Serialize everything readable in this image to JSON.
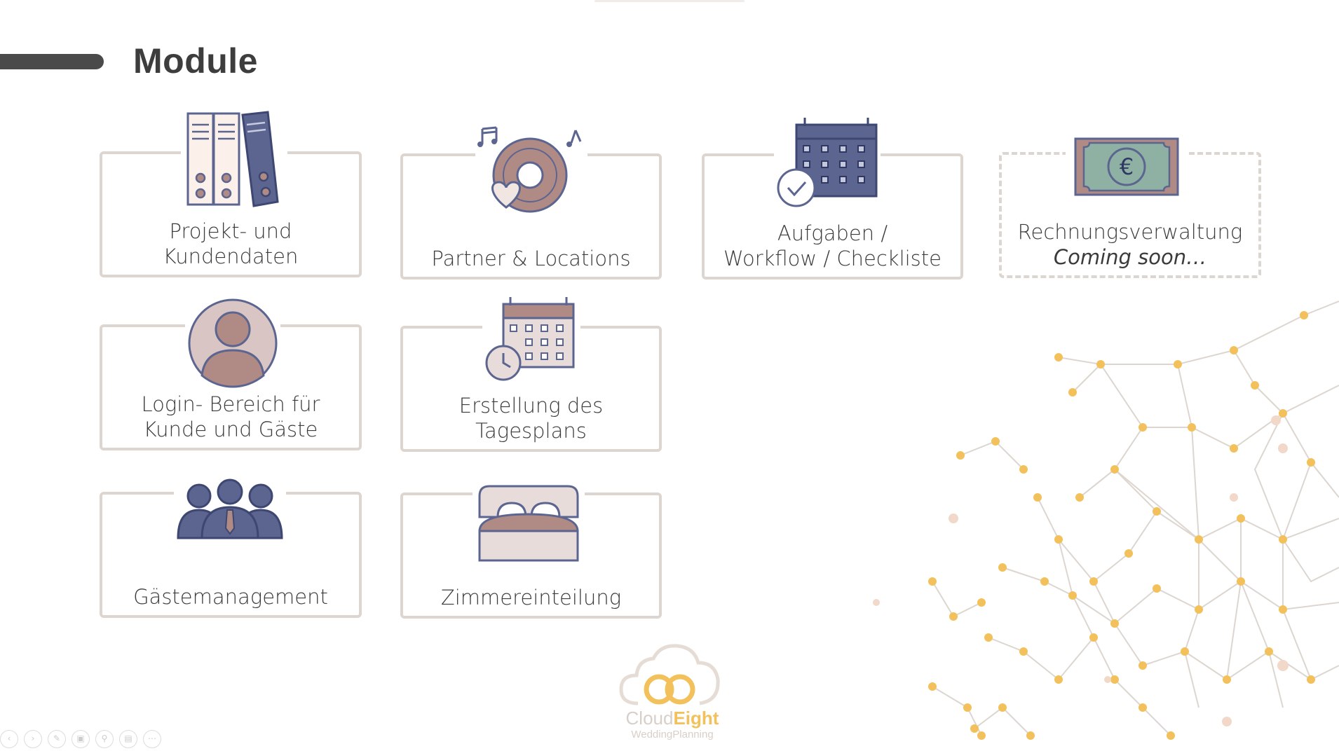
{
  "slide": {
    "title": "Module"
  },
  "modules": [
    {
      "id": "projekt",
      "line1": "Projekt- und",
      "line2": "Kundendaten",
      "icon": "binders-icon"
    },
    {
      "id": "partner",
      "line1": "Partner & Locations",
      "line2": "",
      "icon": "vinyl-music-heart-icon"
    },
    {
      "id": "aufgaben",
      "line1": "Aufgaben /",
      "line2": "Workflow / Checkliste",
      "icon": "calendar-check-icon"
    },
    {
      "id": "rechnung",
      "line1": "Rechnungsverwaltung",
      "line2": "Coming soon…",
      "icon": "euro-banknote-icon"
    },
    {
      "id": "login",
      "line1": "Login- Bereich für",
      "line2": "Kunde und Gäste",
      "icon": "user-avatar-icon"
    },
    {
      "id": "tagesplan",
      "line1": "Erstellung des",
      "line2": "Tagesplans",
      "icon": "calendar-clock-icon"
    },
    {
      "id": "gaeste",
      "line1": "Gästemanagement",
      "line2": "",
      "icon": "group-people-icon"
    },
    {
      "id": "zimmer",
      "line1": "Zimmereinteilung",
      "line2": "",
      "icon": "bed-icon"
    }
  ],
  "logo": {
    "brand_a": "Cloud",
    "brand_b": "Eight",
    "tagline": "WeddingPlanning"
  },
  "colors": {
    "navy": "#5b6590",
    "mauve": "#b08b85",
    "blush": "#e8dcda",
    "cream": "#fbf1ea",
    "border": "#ddd5cf",
    "gold": "#f3c15c",
    "green": "#8fb1a3"
  }
}
